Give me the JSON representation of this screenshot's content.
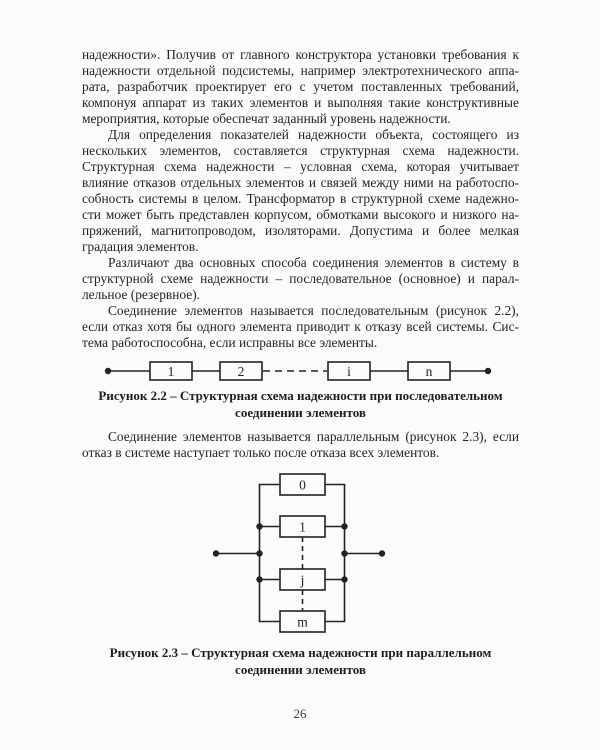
{
  "colors": {
    "page_background": "#fbfbf9",
    "text": "#242424",
    "diagram_stroke": "#222222"
  },
  "body": {
    "paragraphs": [
      {
        "indent": false,
        "lines": [
          "надежности». Получив от главного конструктора установки требования к",
          "надежности отдельной подсистемы, например электротехнического аппа-",
          "рата, разработчик проектирует его с учетом поставленных требований,",
          "компонуя аппарат из таких элементов и выполняя такие конструктивные",
          "мероприятия, которые обеспечат заданный уровень надежности."
        ]
      },
      {
        "indent": true,
        "lines": [
          "Для определения показателей надежности объекта, состоящего из",
          "нескольких элементов, составляется структурная схема надежности.",
          "Структурная схема надежности – условная схема, которая учитывает",
          "влияние отказов отдельных элементов и связей между ними на работоспо-",
          "собность системы в целом. Трансформатор в структурной схеме надежно-",
          "сти может быть представлен корпусом, обмотками высокого и низкого на-",
          "пряжений, магнитопроводом, изоляторами. Допустима и более мелкая",
          "градация элементов."
        ]
      },
      {
        "indent": true,
        "lines": [
          "Различают два основных способа соединения элементов в систему в",
          "структурной схеме надежности – последовательное (основное) и парал-",
          "лельное (резервное)."
        ]
      },
      {
        "indent": true,
        "lines": [
          "Соединение элементов называется последовательным (рисунок 2.2),",
          "если отказ хотя бы одного элемента приводит к отказу всей системы. Сис-",
          "тема работоспособна, если исправны все элементы."
        ]
      },
      {
        "indent": true,
        "lines": [
          "Соединение элементов называется параллельным (рисунок 2.3), если",
          "отказ в системе наступает только после отказа всех элементов."
        ]
      }
    ]
  },
  "figures": {
    "series": {
      "caption": [
        "Рисунок 2.2 – Структурная схема надежности при последовательном",
        "соединении элементов"
      ],
      "box_labels": [
        "1",
        "2",
        "i",
        "n"
      ]
    },
    "parallel": {
      "caption": [
        "Рисунок 2.3 – Структурная схема надежности при параллельном",
        "соединении элементов"
      ],
      "box_labels": [
        "0",
        "1",
        "j",
        "m"
      ]
    }
  },
  "page_number": "26"
}
